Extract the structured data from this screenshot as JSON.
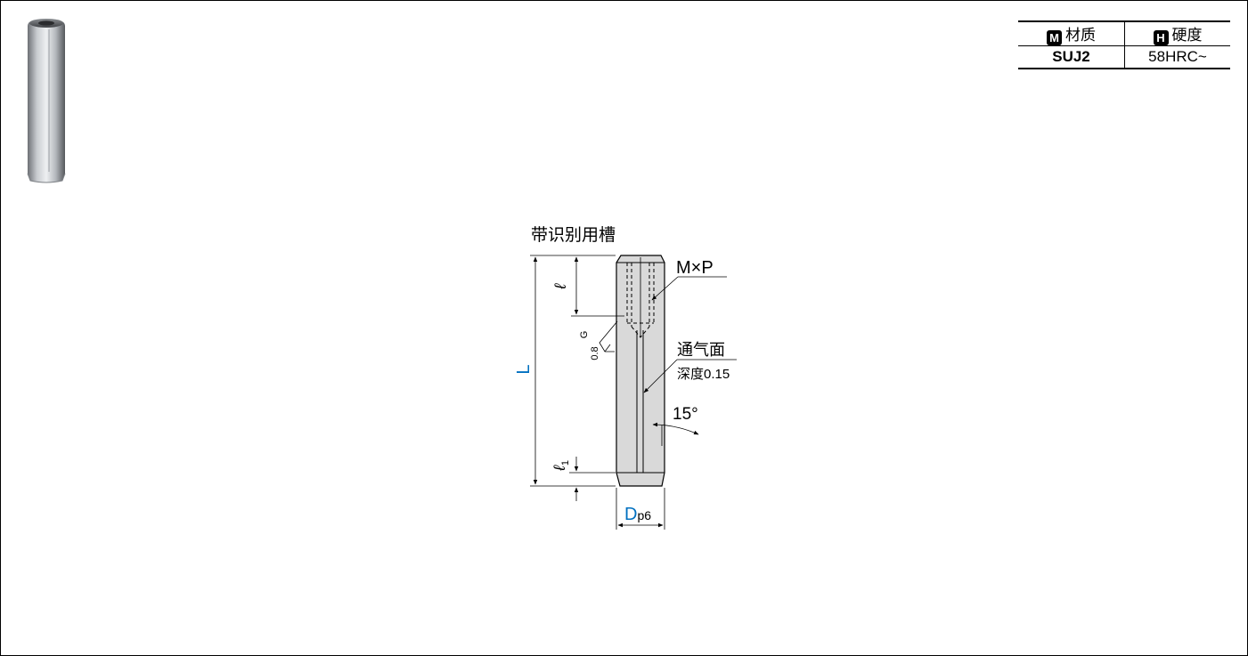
{
  "spec_table": {
    "material": {
      "badge": "M",
      "label": "材质",
      "value": "SUJ2"
    },
    "hardness": {
      "badge": "H",
      "label": "硬度",
      "value": "58HRC~"
    }
  },
  "drawing": {
    "title": "带识别用槽",
    "thread_label": "M×P",
    "vent_label": "通气面",
    "depth_label": "深度0.15",
    "angle_label": "15°",
    "length_label": "L",
    "thread_depth_label": "ℓ",
    "chamfer_label": "ℓ",
    "chamfer_sub": "1",
    "diameter_label": "D",
    "tolerance_label": "p6",
    "roughness_value": "0.8",
    "roughness_grade": "G"
  },
  "colors": {
    "accent_blue": "#0070c0",
    "line": "#000000",
    "pin_gray": "#d9d9d9"
  }
}
